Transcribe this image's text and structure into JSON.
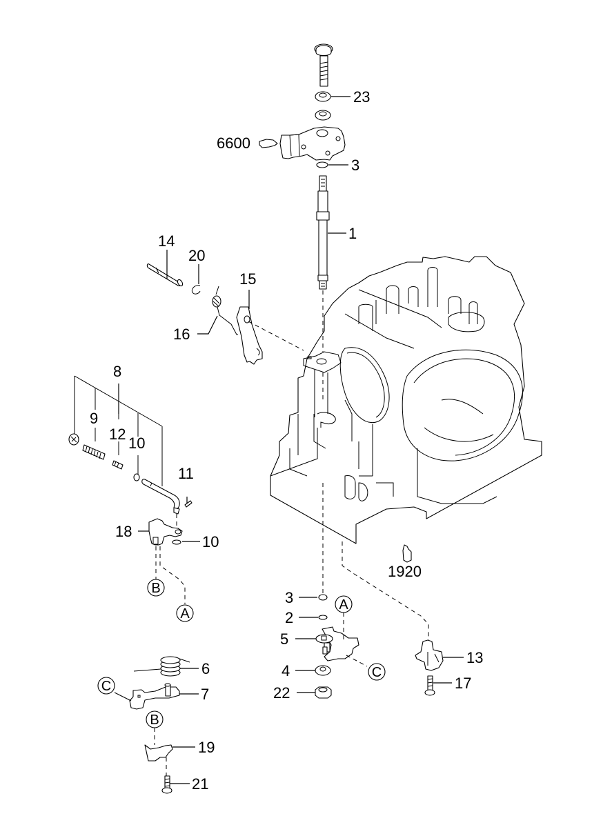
{
  "diagram": {
    "type": "exploded-parts-diagram",
    "subject": "transaxle case with manual shift shaft / inhibitor switch assembly",
    "colors": {
      "line": "#000000",
      "background": "#ffffff"
    },
    "callouts": [
      {
        "id": "c23",
        "text": "23",
        "part": "washer"
      },
      {
        "id": "c6600",
        "text": "6600",
        "part": "inhibitor switch (see section)"
      },
      {
        "id": "c3a",
        "text": "3",
        "part": "o-ring"
      },
      {
        "id": "c1",
        "text": "1",
        "part": "manual shift shaft"
      },
      {
        "id": "c14",
        "text": "14",
        "part": "pin"
      },
      {
        "id": "c20",
        "text": "20",
        "part": "snap ring"
      },
      {
        "id": "c15",
        "text": "15",
        "part": "lever"
      },
      {
        "id": "c16",
        "text": "16",
        "part": "spring"
      },
      {
        "id": "c8",
        "text": "8",
        "part": "parking rod assembly"
      },
      {
        "id": "c9",
        "text": "9",
        "part": "spring"
      },
      {
        "id": "c12",
        "text": "12",
        "part": "spring"
      },
      {
        "id": "c10a",
        "text": "10",
        "part": "washer"
      },
      {
        "id": "c11",
        "text": "11",
        "part": "pin"
      },
      {
        "id": "c18",
        "text": "18",
        "part": "bracket"
      },
      {
        "id": "c10b",
        "text": "10",
        "part": "washer"
      },
      {
        "id": "c1920",
        "text": "1920",
        "part": "case (see section)"
      },
      {
        "id": "c3b",
        "text": "3",
        "part": "o-ring"
      },
      {
        "id": "c2",
        "text": "2",
        "part": "o-ring"
      },
      {
        "id": "c5",
        "text": "5",
        "part": "detent lever"
      },
      {
        "id": "c4",
        "text": "4",
        "part": "washer"
      },
      {
        "id": "c22",
        "text": "22",
        "part": "nut"
      },
      {
        "id": "c13",
        "text": "13",
        "part": "bracket"
      },
      {
        "id": "c17",
        "text": "17",
        "part": "bolt"
      },
      {
        "id": "c6",
        "text": "6",
        "part": "spring"
      },
      {
        "id": "c7",
        "text": "7",
        "part": "lever"
      },
      {
        "id": "c19",
        "text": "19",
        "part": "spring plate"
      },
      {
        "id": "c21",
        "text": "21",
        "part": "bolt"
      }
    ],
    "reference_markers": [
      {
        "id": "refB1",
        "text": "B"
      },
      {
        "id": "refA1",
        "text": "A"
      },
      {
        "id": "refA2",
        "text": "A"
      },
      {
        "id": "refC1",
        "text": "C"
      },
      {
        "id": "refC2",
        "text": "C"
      },
      {
        "id": "refB2",
        "text": "B"
      }
    ]
  }
}
